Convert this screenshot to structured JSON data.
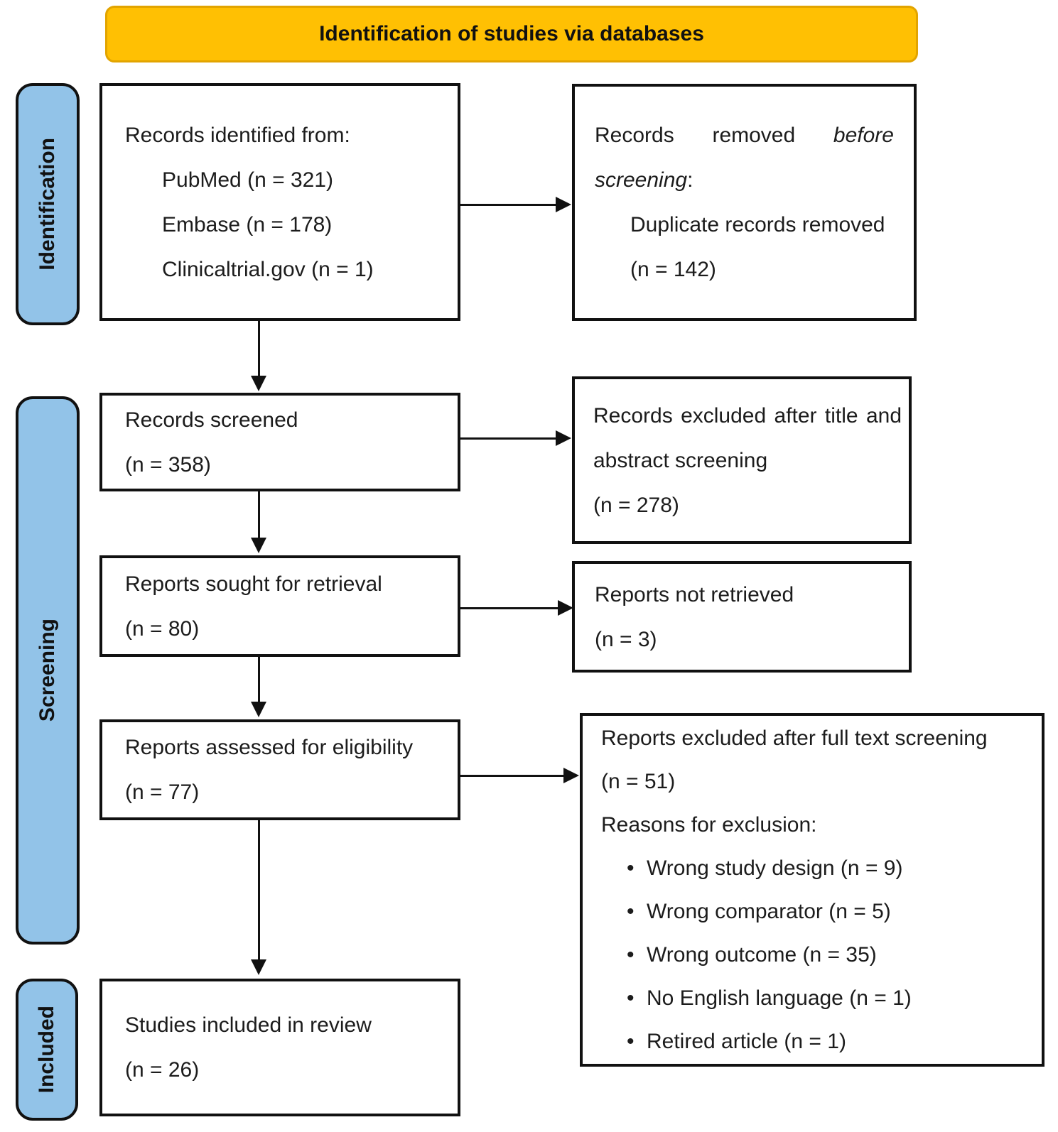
{
  "banner": {
    "title": "Identification of studies via databases"
  },
  "colors": {
    "banner_fill": "#FFC003",
    "banner_border": "#E2A400",
    "stage_fill": "#92C3E8",
    "box_border": "#111111"
  },
  "stages": [
    {
      "label": "Identification"
    },
    {
      "label": "Screening"
    },
    {
      "label": "Included"
    }
  ],
  "boxes": {
    "records_identified": {
      "title": "Records identified from:",
      "items": [
        "PubMed (n = 321)",
        "Embase (n = 178)",
        "Clinicaltrial.gov (n = 1)"
      ]
    },
    "records_removed": {
      "prefix": "Records removed ",
      "italic": "before screening",
      "suffix": ":",
      "items": [
        "Duplicate records removed",
        "(n = 142)"
      ]
    },
    "records_screened": {
      "lines": [
        "Records screened",
        "(n = 358)"
      ]
    },
    "records_excluded_title_abstract": {
      "text": "Records excluded after title and abstract screening",
      "count": "(n = 278)"
    },
    "reports_sought": {
      "lines": [
        "Reports sought for retrieval",
        "(n = 80)"
      ]
    },
    "reports_not_retrieved": {
      "lines": [
        "Reports not retrieved",
        "(n = 3)"
      ]
    },
    "reports_assessed": {
      "lines": [
        "Reports assessed for eligibility",
        "(n = 77)"
      ]
    },
    "reports_excluded_full_text": {
      "lines": [
        "Reports excluded after full text screening",
        "(n = 51)",
        "Reasons for exclusion:"
      ],
      "bullets": [
        "Wrong study design (n = 9)",
        "Wrong comparator (n = 5)",
        "Wrong outcome (n = 35)",
        "No English language (n = 1)",
        "Retired article (n = 1)"
      ]
    },
    "studies_included": {
      "lines": [
        "Studies included in review",
        "(n = 26)"
      ]
    }
  }
}
